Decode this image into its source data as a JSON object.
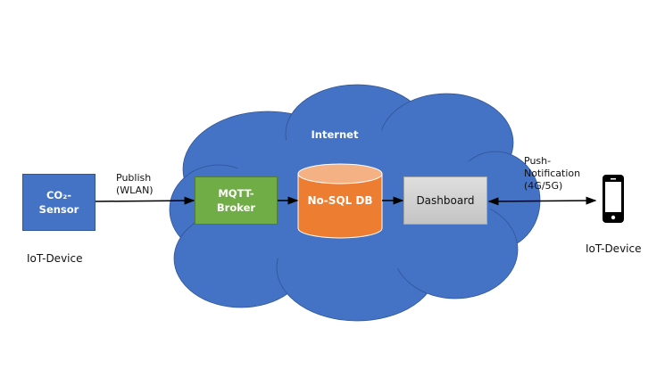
{
  "diagram": {
    "cloud_label": "Internet",
    "nodes": {
      "sensor": {
        "line1": "CO₂-",
        "line2": "Sensor",
        "caption": "IoT-Device",
        "color": "#4472c4"
      },
      "broker": {
        "line1": "MQTT-",
        "line2": "Broker",
        "color": "#70ad47"
      },
      "database": {
        "label": "No-SQL DB",
        "color": "#ed7d31"
      },
      "dashboard": {
        "label": "Dashboard",
        "color": "#d0d0d0"
      },
      "phone": {
        "caption": "IoT-Device",
        "icon": "smartphone-icon"
      }
    },
    "edges": {
      "publish": {
        "line1": "Publish",
        "line2": "(WLAN)"
      },
      "push": {
        "line1": "Push-",
        "line2": "Notification",
        "line3": "(4G/5G)"
      }
    },
    "cloud_color": "#4472c4"
  }
}
